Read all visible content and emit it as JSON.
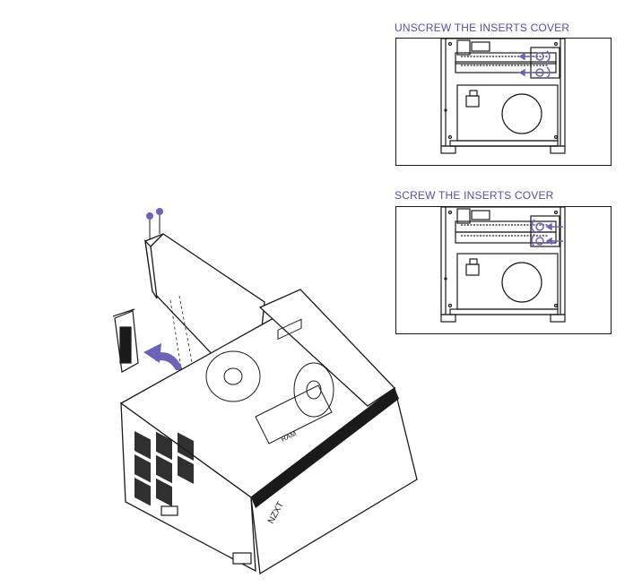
{
  "panels": [
    {
      "title": "UNSCREW THE INSERTS COVER",
      "action": "unscrew"
    },
    {
      "title": "SCREW THE INSERTS COVER",
      "action": "screw"
    }
  ],
  "case_logo": "NZXT",
  "ram_label": "RAM",
  "colors": {
    "accent": "#6b63b8",
    "title_text": "#5a4fa6",
    "line": "#1a1a1a"
  },
  "icons": [
    "rotate-arrow-icon",
    "screw-icon",
    "screwdriver-arrow-icon"
  ]
}
